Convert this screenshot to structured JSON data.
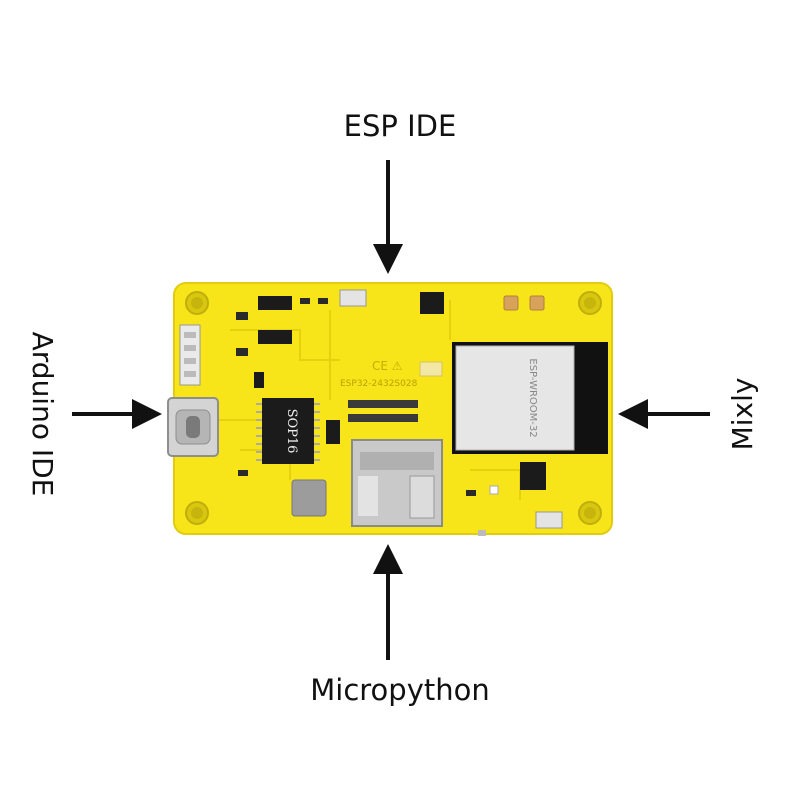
{
  "labels": {
    "top": "ESP IDE",
    "left": "Arduino IDE",
    "right": "Mixly",
    "bottom": "Micropython"
  },
  "board": {
    "chip_marking": "SOP16",
    "board_marking": "ESP32-2432S028",
    "module_marking": "ESP-WROOM-32",
    "components": [
      "usb-c-port",
      "sd-card-slot",
      "esp32-module",
      "connectors",
      "mounting-holes"
    ]
  },
  "colors": {
    "pcb": "#f7e419",
    "pcb_dark": "#e8d20c",
    "chip": "#1b1b1b",
    "metal": "#c9c9c9",
    "arrow": "#111111",
    "text": "#111111"
  }
}
